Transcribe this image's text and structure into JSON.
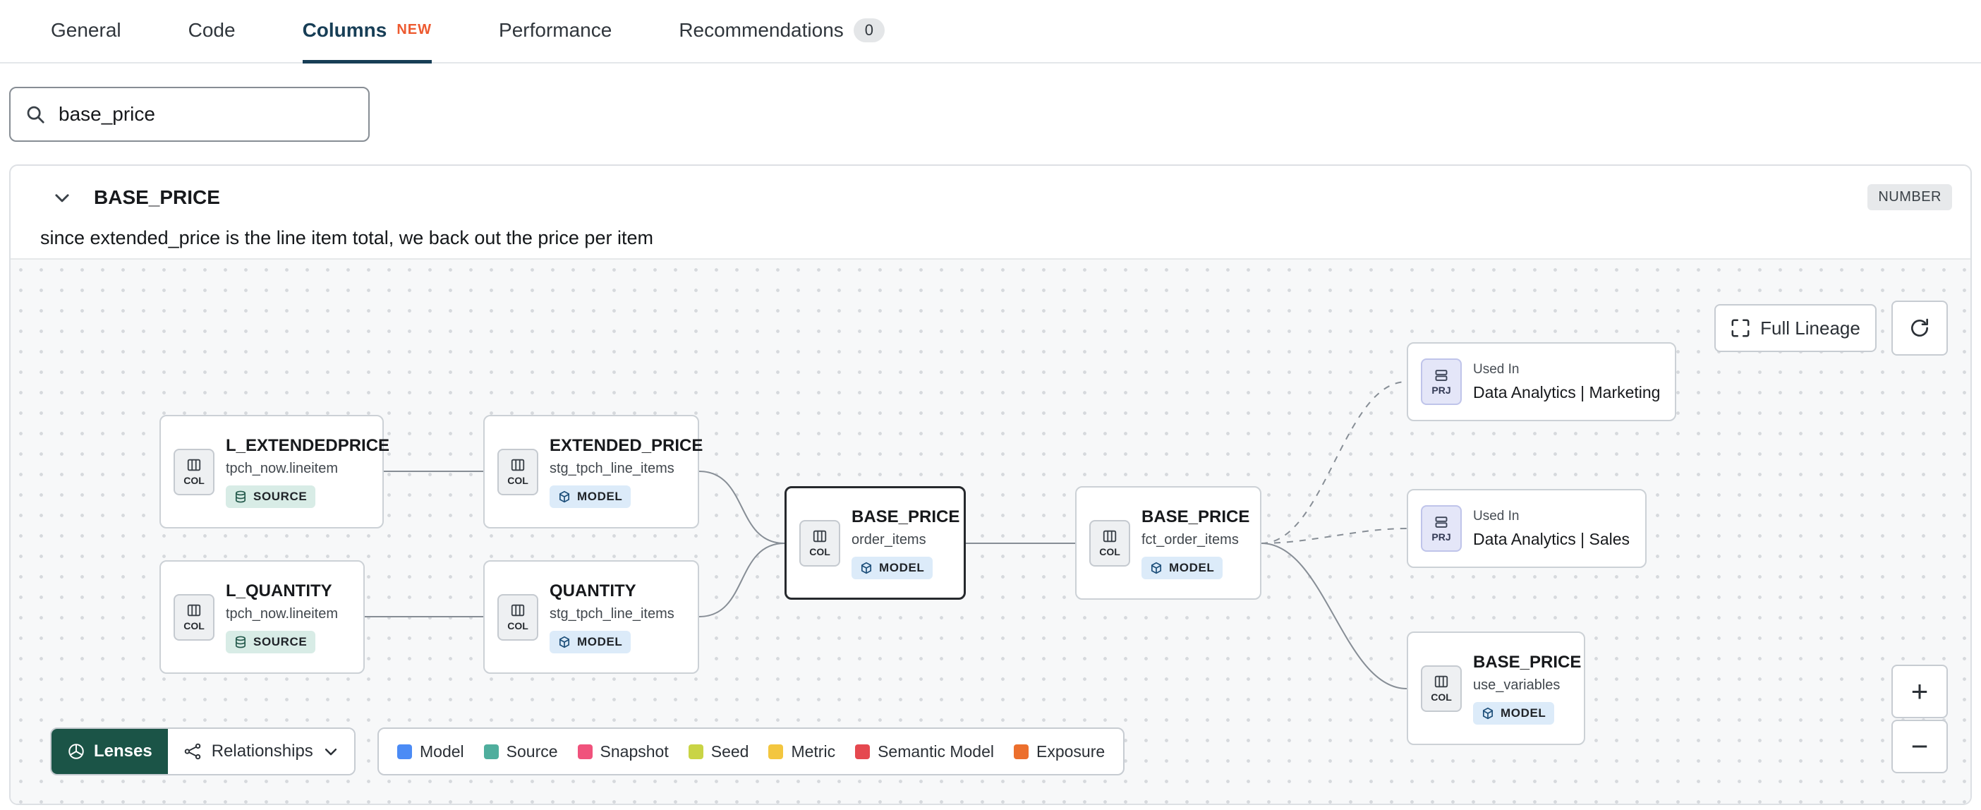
{
  "tabs": [
    {
      "label": "General",
      "active": false
    },
    {
      "label": "Code",
      "active": false
    },
    {
      "label": "Columns",
      "active": true,
      "badge": "NEW"
    },
    {
      "label": "Performance",
      "active": false
    },
    {
      "label": "Recommendations",
      "active": false,
      "count": "0"
    }
  ],
  "search": {
    "value": "base_price",
    "icon": "search-icon"
  },
  "column_panel": {
    "name": "BASE_PRICE",
    "type_badge": "NUMBER",
    "description": "since extended_price is the line item total, we back out the price per item"
  },
  "lineage": {
    "toolbar": {
      "full_lineage_label": "Full Lineage"
    },
    "nodes": [
      {
        "kind": "column",
        "icon_label": "COL",
        "title": "L_EXTENDEDPRICE",
        "subtitle": "tpch_now.lineitem",
        "badge": "SOURCE"
      },
      {
        "kind": "column",
        "icon_label": "COL",
        "title": "EXTENDED_PRICE",
        "subtitle": "stg_tpch_line_items",
        "badge": "MODEL"
      },
      {
        "kind": "column",
        "icon_label": "COL",
        "title": "L_QUANTITY",
        "subtitle": "tpch_now.lineitem",
        "badge": "SOURCE"
      },
      {
        "kind": "column",
        "icon_label": "COL",
        "title": "QUANTITY",
        "subtitle": "stg_tpch_line_items",
        "badge": "MODEL"
      },
      {
        "kind": "column",
        "icon_label": "COL",
        "title": "BASE_PRICE",
        "subtitle": "order_items",
        "badge": "MODEL",
        "selected": true
      },
      {
        "kind": "column",
        "icon_label": "COL",
        "title": "BASE_PRICE",
        "subtitle": "fct_order_items",
        "badge": "MODEL"
      },
      {
        "kind": "project",
        "icon_label": "PRJ",
        "context_label": "Used In",
        "title": "Data Analytics | Marketing"
      },
      {
        "kind": "project",
        "icon_label": "PRJ",
        "context_label": "Used In",
        "title": "Data Analytics | Sales"
      },
      {
        "kind": "column",
        "icon_label": "COL",
        "title": "BASE_PRICE",
        "subtitle": "use_variables",
        "badge": "MODEL"
      }
    ],
    "footer": {
      "lenses_label": "Lenses",
      "relationships_label": "Relationships",
      "legend": [
        {
          "label": "Model",
          "color": "#4b8bf5"
        },
        {
          "label": "Source",
          "color": "#4fae9d"
        },
        {
          "label": "Snapshot",
          "color": "#f0527c"
        },
        {
          "label": "Seed",
          "color": "#c9d445"
        },
        {
          "label": "Metric",
          "color": "#f3c63f"
        },
        {
          "label": "Semantic Model",
          "color": "#e5484f"
        },
        {
          "label": "Exposure",
          "color": "#ec6f2d"
        }
      ]
    },
    "zoom": {
      "zoom_in": "+",
      "zoom_out": "−"
    }
  },
  "colors": {
    "active_tab": "#173e56",
    "new_badge": "#ed5a30",
    "lenses_bg": "#1b5447",
    "model_badge_bg": "#dcebf9",
    "source_badge_bg": "#d8ece6"
  }
}
